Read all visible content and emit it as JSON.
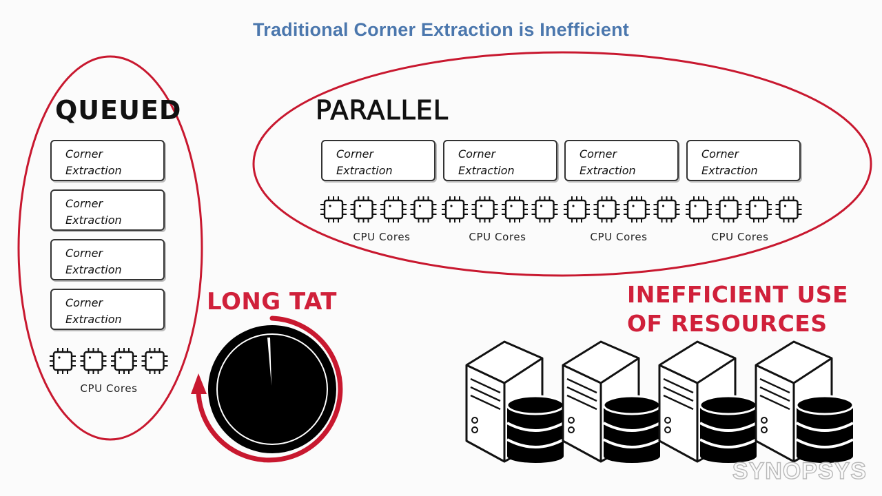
{
  "title": "Traditional Corner Extraction is Inefficient",
  "queued": {
    "heading": "QUEUED",
    "tasks": [
      {
        "line1": "Corner",
        "line2": "Extraction"
      },
      {
        "line1": "Corner",
        "line2": "Extraction"
      },
      {
        "line1": "Corner",
        "line2": "Extraction"
      },
      {
        "line1": "Corner",
        "line2": "Extraction"
      }
    ],
    "cores_label": "CPU Cores",
    "core_count": 4
  },
  "parallel": {
    "heading": "PARALLEL",
    "tasks": [
      {
        "line1": "Corner",
        "line2": "Extraction"
      },
      {
        "line1": "Corner",
        "line2": "Extraction"
      },
      {
        "line1": "Corner",
        "line2": "Extraction"
      },
      {
        "line1": "Corner",
        "line2": "Extraction"
      }
    ],
    "core_groups": [
      {
        "label": "CPU Cores",
        "core_count": 4
      },
      {
        "label": "CPU Cores",
        "core_count": 4
      },
      {
        "label": "CPU Cores",
        "core_count": 4
      },
      {
        "label": "CPU Cores",
        "core_count": 4
      }
    ]
  },
  "long_tat": {
    "label": "LONG TAT"
  },
  "inefficient": {
    "line1": "INEFFICIENT USE",
    "line2": "OF RESOURCES",
    "server_count": 4
  },
  "logo": "SYNOPSYS",
  "colors": {
    "title": "#4b77ad",
    "accent": "#d0203a",
    "ink": "#111111",
    "logo": "#b9b9b9"
  },
  "icons": [
    "cpu-chip-icon",
    "stopwatch-icon",
    "server-tower-icon",
    "database-icon"
  ]
}
